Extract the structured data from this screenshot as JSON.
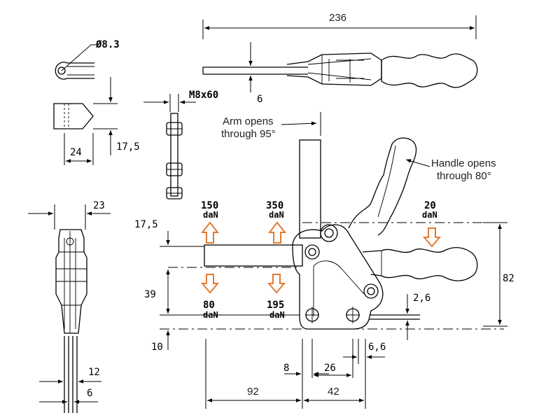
{
  "dimensions": {
    "overall_length": "236",
    "hole_diameter": "Ø8.3",
    "bolt_thread": "M8x60",
    "arm_thickness": "6",
    "tip_offset": "17,5",
    "tip_width": "24",
    "side_width": "23",
    "side_bottom_width": "12",
    "side_bottom_thickness": "6",
    "arm_height": "17,5",
    "arm_to_base": "39",
    "base_thickness": "10",
    "base_gap": "2,6",
    "total_height": "82",
    "hole_offset": "8",
    "hole_spacing": "26",
    "slot_width": "6,6",
    "arm_reach": "92",
    "base_length": "42"
  },
  "annotations": {
    "arm_opens_line1": "Arm opens",
    "arm_opens_line2": "through 95°",
    "handle_opens_line1": "Handle opens",
    "handle_opens_line2": "through 80°"
  },
  "forces": {
    "up_left": {
      "value": "150",
      "unit": "daN"
    },
    "up_right": {
      "value": "350",
      "unit": "daN"
    },
    "down_left": {
      "value": "80",
      "unit": "daN"
    },
    "down_right": {
      "value": "195",
      "unit": "daN"
    },
    "handle": {
      "value": "20",
      "unit": "daN"
    }
  },
  "colors": {
    "force_arrow": "#e07b32",
    "line": "#000000"
  }
}
